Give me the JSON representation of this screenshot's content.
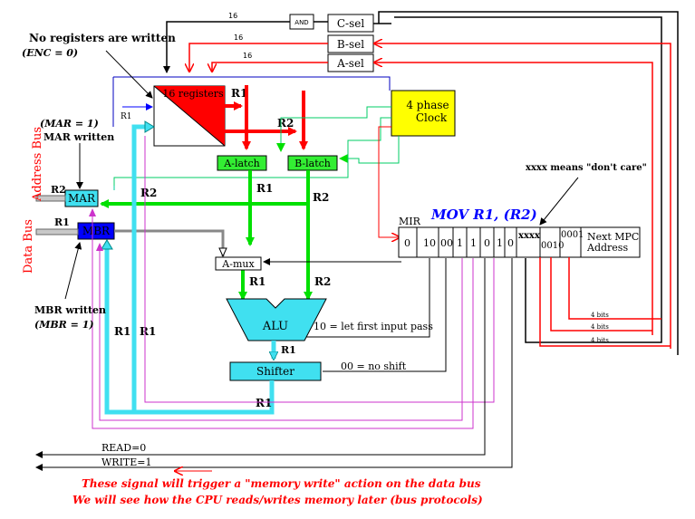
{
  "colors": {
    "red": "#ff0000",
    "green": "#00e000",
    "cyan": "#40e0f0",
    "darkcyan": "#008888",
    "magenta": "#cc33cc",
    "blue": "#0000ff",
    "yellow": "#ffff00",
    "darkblue": "#0000c0",
    "black": "#000000"
  },
  "title": {
    "instruction": "MOV R1, (R2)"
  },
  "notes": {
    "no_reg_written": "No registers are written",
    "enc0": "(ENC = 0)",
    "mar1": "(MAR = 1)",
    "mar_written": "MAR written",
    "mbr_written": "MBR written",
    "mbr1": "(MBR = 1)",
    "dont_care": "xxxx means \"don't care\"",
    "let_first": "10 = let first input pass",
    "no_shift": "00 = no shift",
    "footer1": "These signal will trigger a \"memory write\" action on the data bus",
    "footer2": "We will see how the CPU reads/writes memory later (bus protocols)"
  },
  "boxes": {
    "and": "AND",
    "csel": "C-sel",
    "bsel": "B-sel",
    "asel": "A-sel",
    "regs": "16 registers",
    "clock1": "4 phase",
    "clock2": "Clock",
    "alatch": "A-latch",
    "blatch": "B-latch",
    "mar": "MAR",
    "mbr": "MBR",
    "amux": "A-mux",
    "alu": "ALU",
    "shifter": "Shifter"
  },
  "buses": {
    "address": "Address Bus",
    "data": "Data Bus"
  },
  "signals": {
    "read": "READ=0",
    "write": "WRITE=1"
  },
  "wire_labels": {
    "l16": "16",
    "four_bits": "4 bits",
    "r1": "R1",
    "r2": "R2"
  },
  "mir": {
    "label": "MIR",
    "fields": [
      "0",
      "10",
      "00",
      "1",
      "1",
      "0",
      "1",
      "0",
      "xxxx",
      "0001",
      "0010",
      "Next MPC",
      "Address"
    ]
  }
}
